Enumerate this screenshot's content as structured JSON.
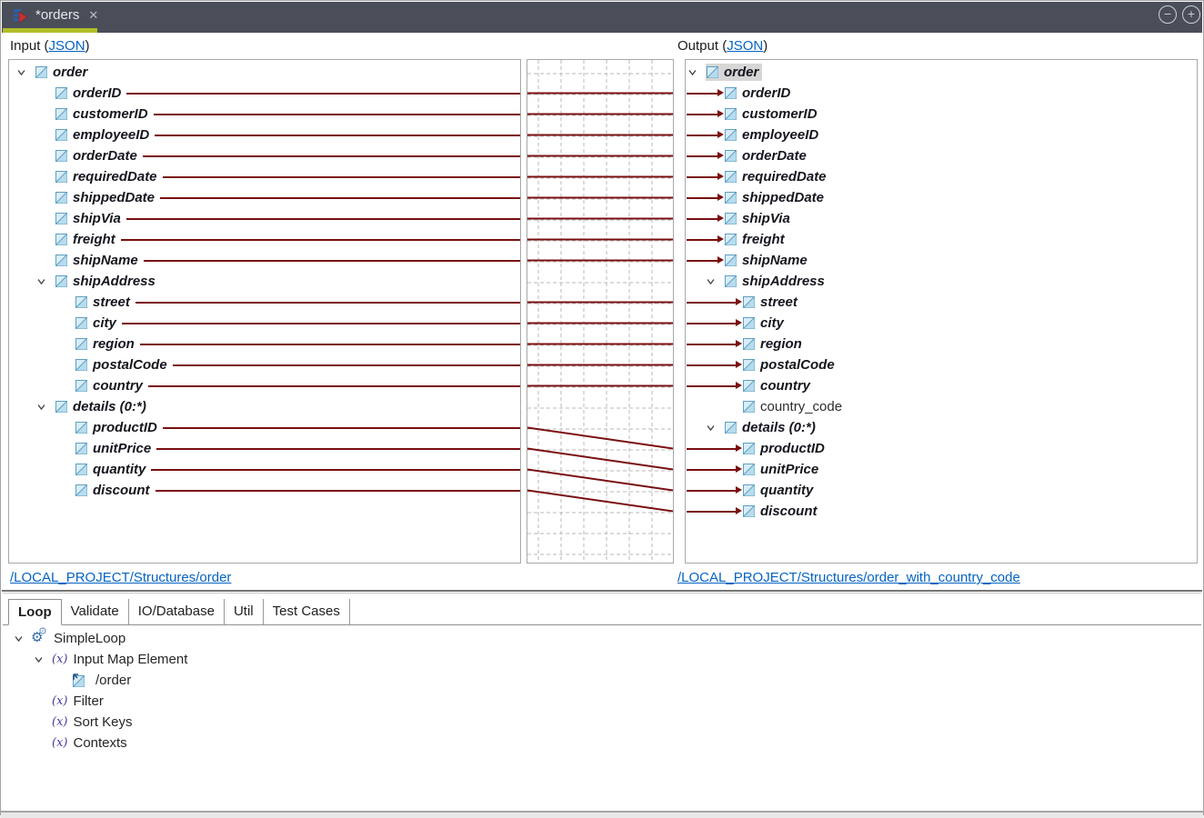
{
  "window": {
    "tab_title": "*orders",
    "close_glyph": "✕",
    "zoom_out_glyph": "−",
    "zoom_in_glyph": "+"
  },
  "colors": {
    "map_line": "#7a0f10",
    "link_blue": "#0563c1",
    "grid_dash": "#b8b8b8",
    "selection": "#d6d6d6",
    "accent_green": "#b2bd27",
    "tab_bar": "#4a4e59"
  },
  "input_panel": {
    "label_prefix": "Input (",
    "format_link": "JSON",
    "label_suffix": ")",
    "footer_link": "/LOCAL_PROJECT/Structures/order",
    "tree": [
      {
        "label": "order",
        "level": 0,
        "expandable": true
      },
      {
        "label": "orderID",
        "level": 1,
        "mapped": true
      },
      {
        "label": "customerID",
        "level": 1,
        "mapped": true
      },
      {
        "label": "employeeID",
        "level": 1,
        "mapped": true
      },
      {
        "label": "orderDate",
        "level": 1,
        "mapped": true
      },
      {
        "label": "requiredDate",
        "level": 1,
        "mapped": true
      },
      {
        "label": "shippedDate",
        "level": 1,
        "mapped": true
      },
      {
        "label": "shipVia",
        "level": 1,
        "mapped": true
      },
      {
        "label": "freight",
        "level": 1,
        "mapped": true
      },
      {
        "label": "shipName",
        "level": 1,
        "mapped": true
      },
      {
        "label": "shipAddress",
        "level": 1,
        "expandable": true
      },
      {
        "label": "street",
        "level": 2,
        "mapped": true
      },
      {
        "label": "city",
        "level": 2,
        "mapped": true
      },
      {
        "label": "region",
        "level": 2,
        "mapped": true
      },
      {
        "label": "postalCode",
        "level": 2,
        "mapped": true
      },
      {
        "label": "country",
        "level": 2,
        "mapped": true
      },
      {
        "label": "details (0:*)",
        "level": 1,
        "expandable": true
      },
      {
        "label": "productID",
        "level": 2,
        "mapped": true
      },
      {
        "label": "unitPrice",
        "level": 2,
        "mapped": true
      },
      {
        "label": "quantity",
        "level": 2,
        "mapped": true
      },
      {
        "label": "discount",
        "level": 2,
        "mapped": true
      }
    ]
  },
  "output_panel": {
    "label_prefix": "Output (",
    "format_link": "JSON",
    "label_suffix": ")",
    "footer_link": "/LOCAL_PROJECT/Structures/order_with_country_code",
    "tree": [
      {
        "label": "order",
        "level": 0,
        "expandable": true,
        "selected": true
      },
      {
        "label": "orderID",
        "level": 1,
        "mapped": true
      },
      {
        "label": "customerID",
        "level": 1,
        "mapped": true
      },
      {
        "label": "employeeID",
        "level": 1,
        "mapped": true
      },
      {
        "label": "orderDate",
        "level": 1,
        "mapped": true
      },
      {
        "label": "requiredDate",
        "level": 1,
        "mapped": true
      },
      {
        "label": "shippedDate",
        "level": 1,
        "mapped": true
      },
      {
        "label": "shipVia",
        "level": 1,
        "mapped": true
      },
      {
        "label": "freight",
        "level": 1,
        "mapped": true
      },
      {
        "label": "shipName",
        "level": 1,
        "mapped": true
      },
      {
        "label": "shipAddress",
        "level": 1,
        "expandable": true
      },
      {
        "label": "street",
        "level": 2,
        "mapped": true
      },
      {
        "label": "city",
        "level": 2,
        "mapped": true
      },
      {
        "label": "region",
        "level": 2,
        "mapped": true
      },
      {
        "label": "postalCode",
        "level": 2,
        "mapped": true
      },
      {
        "label": "country",
        "level": 2,
        "mapped": true
      },
      {
        "label": "country_code",
        "level": 2,
        "plain": true
      },
      {
        "label": "details (0:*)",
        "level": 1,
        "expandable": true
      },
      {
        "label": "productID",
        "level": 2,
        "mapped": true
      },
      {
        "label": "unitPrice",
        "level": 2,
        "mapped": true
      },
      {
        "label": "quantity",
        "level": 2,
        "mapped": true
      },
      {
        "label": "discount",
        "level": 2,
        "mapped": true
      }
    ]
  },
  "mappings": [
    {
      "from": 1,
      "to": 1
    },
    {
      "from": 2,
      "to": 2
    },
    {
      "from": 3,
      "to": 3
    },
    {
      "from": 4,
      "to": 4
    },
    {
      "from": 5,
      "to": 5
    },
    {
      "from": 6,
      "to": 6
    },
    {
      "from": 7,
      "to": 7
    },
    {
      "from": 8,
      "to": 8
    },
    {
      "from": 9,
      "to": 9
    },
    {
      "from": 11,
      "to": 11
    },
    {
      "from": 12,
      "to": 12
    },
    {
      "from": 13,
      "to": 13
    },
    {
      "from": 14,
      "to": 14
    },
    {
      "from": 15,
      "to": 15
    },
    {
      "from": 17,
      "to": 18
    },
    {
      "from": 18,
      "to": 19
    },
    {
      "from": 19,
      "to": 20
    },
    {
      "from": 20,
      "to": 21
    }
  ],
  "bottom_pane": {
    "tabs": [
      {
        "label": "Loop",
        "active": true
      },
      {
        "label": "Validate"
      },
      {
        "label": "IO/Database"
      },
      {
        "label": "Util"
      },
      {
        "label": "Test Cases"
      }
    ],
    "tree": [
      {
        "label": "SimpleLoop",
        "level": 0,
        "icon": "gears",
        "expandable": true
      },
      {
        "label": "Input Map Element",
        "level": 1,
        "icon": "fx",
        "expandable": true
      },
      {
        "label": "/order",
        "level": 2,
        "icon": "mapped-element"
      },
      {
        "label": "Filter",
        "level": 1,
        "icon": "fx"
      },
      {
        "label": "Sort Keys",
        "level": 1,
        "icon": "fx"
      },
      {
        "label": "Contexts",
        "level": 1,
        "icon": "fx"
      }
    ]
  }
}
